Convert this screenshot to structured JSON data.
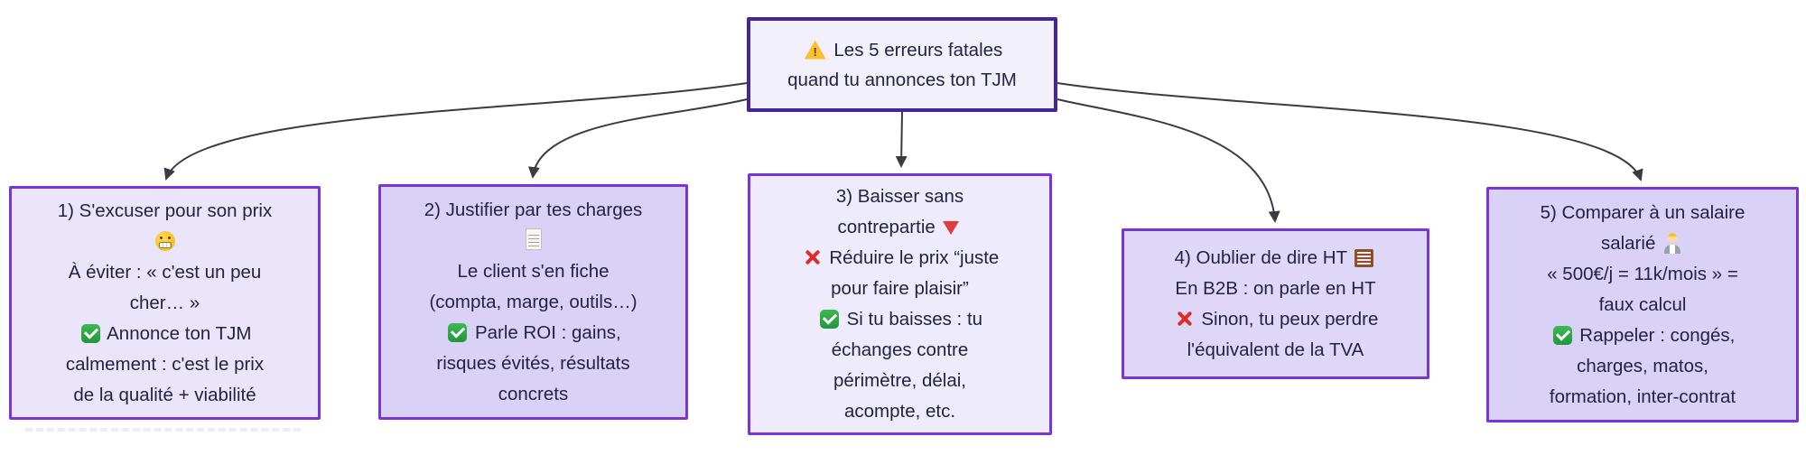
{
  "diagram": {
    "background": "#ffffff",
    "edge_color": "#3b3b44",
    "text_color": "#232343",
    "root": {
      "id": "root",
      "fill": "#f2f0fb",
      "border_color": "#46249c",
      "lines": [
        "⚠️ Les 5 erreurs fatales",
        "quand tu annonces ton TJM"
      ]
    },
    "nodes": [
      {
        "id": "error-1",
        "fill": "#eae5fa",
        "border_color": "#7b35d6",
        "lines": [
          "1) S'excuser pour son prix",
          "😬",
          "À éviter : « c'est un peu",
          "cher… »",
          "✅ Annonce ton TJM",
          "calmement : c'est le prix",
          "de la qualité + viabilité"
        ]
      },
      {
        "id": "error-2",
        "fill": "#dad1f6",
        "border_color": "#7b35d6",
        "lines": [
          "2) Justifier par tes charges",
          "🧾",
          "Le client s'en fiche",
          "(compta, marge, outils…)",
          "✅ Parle ROI : gains,",
          "risques évités, résultats",
          "concrets"
        ]
      },
      {
        "id": "error-3",
        "fill": "#edebfc",
        "border_color": "#7b35d6",
        "lines": [
          "3) Baisser sans",
          "contrepartie 🔻",
          "❌ Réduire le prix “juste",
          "pour faire plaisir”",
          "✅ Si tu baisses : tu",
          "échanges contre",
          "périmètre, délai,",
          "acompte, etc."
        ]
      },
      {
        "id": "error-4",
        "fill": "#ded7f8",
        "border_color": "#7b35d6",
        "lines": [
          "4) Oublier de dire HT 🧮",
          "En B2B : on parle en HT",
          "❌ Sinon, tu peux perdre",
          "l'équivalent de la TVA"
        ]
      },
      {
        "id": "error-5",
        "fill": "#d9d2f6",
        "border_color": "#7b35d6",
        "lines": [
          "5) Comparer à un salaire",
          "salarié 👨‍💼",
          "« 500€/j = 11k/mois » =",
          "faux calcul",
          "✅ Rappeler : congés,",
          "charges, matos,",
          "formation, inter-contrat"
        ]
      }
    ],
    "icon_map": {
      "⚠️": "warning-icon",
      "😬": "grimacing-face-icon",
      "🧾": "receipt-icon",
      "🔻": "red-triangle-down-icon",
      "❌": "cross-mark-icon",
      "✅": "check-mark-icon",
      "🧮": "abacus-icon",
      "👨‍💼": "office-worker-icon"
    }
  }
}
